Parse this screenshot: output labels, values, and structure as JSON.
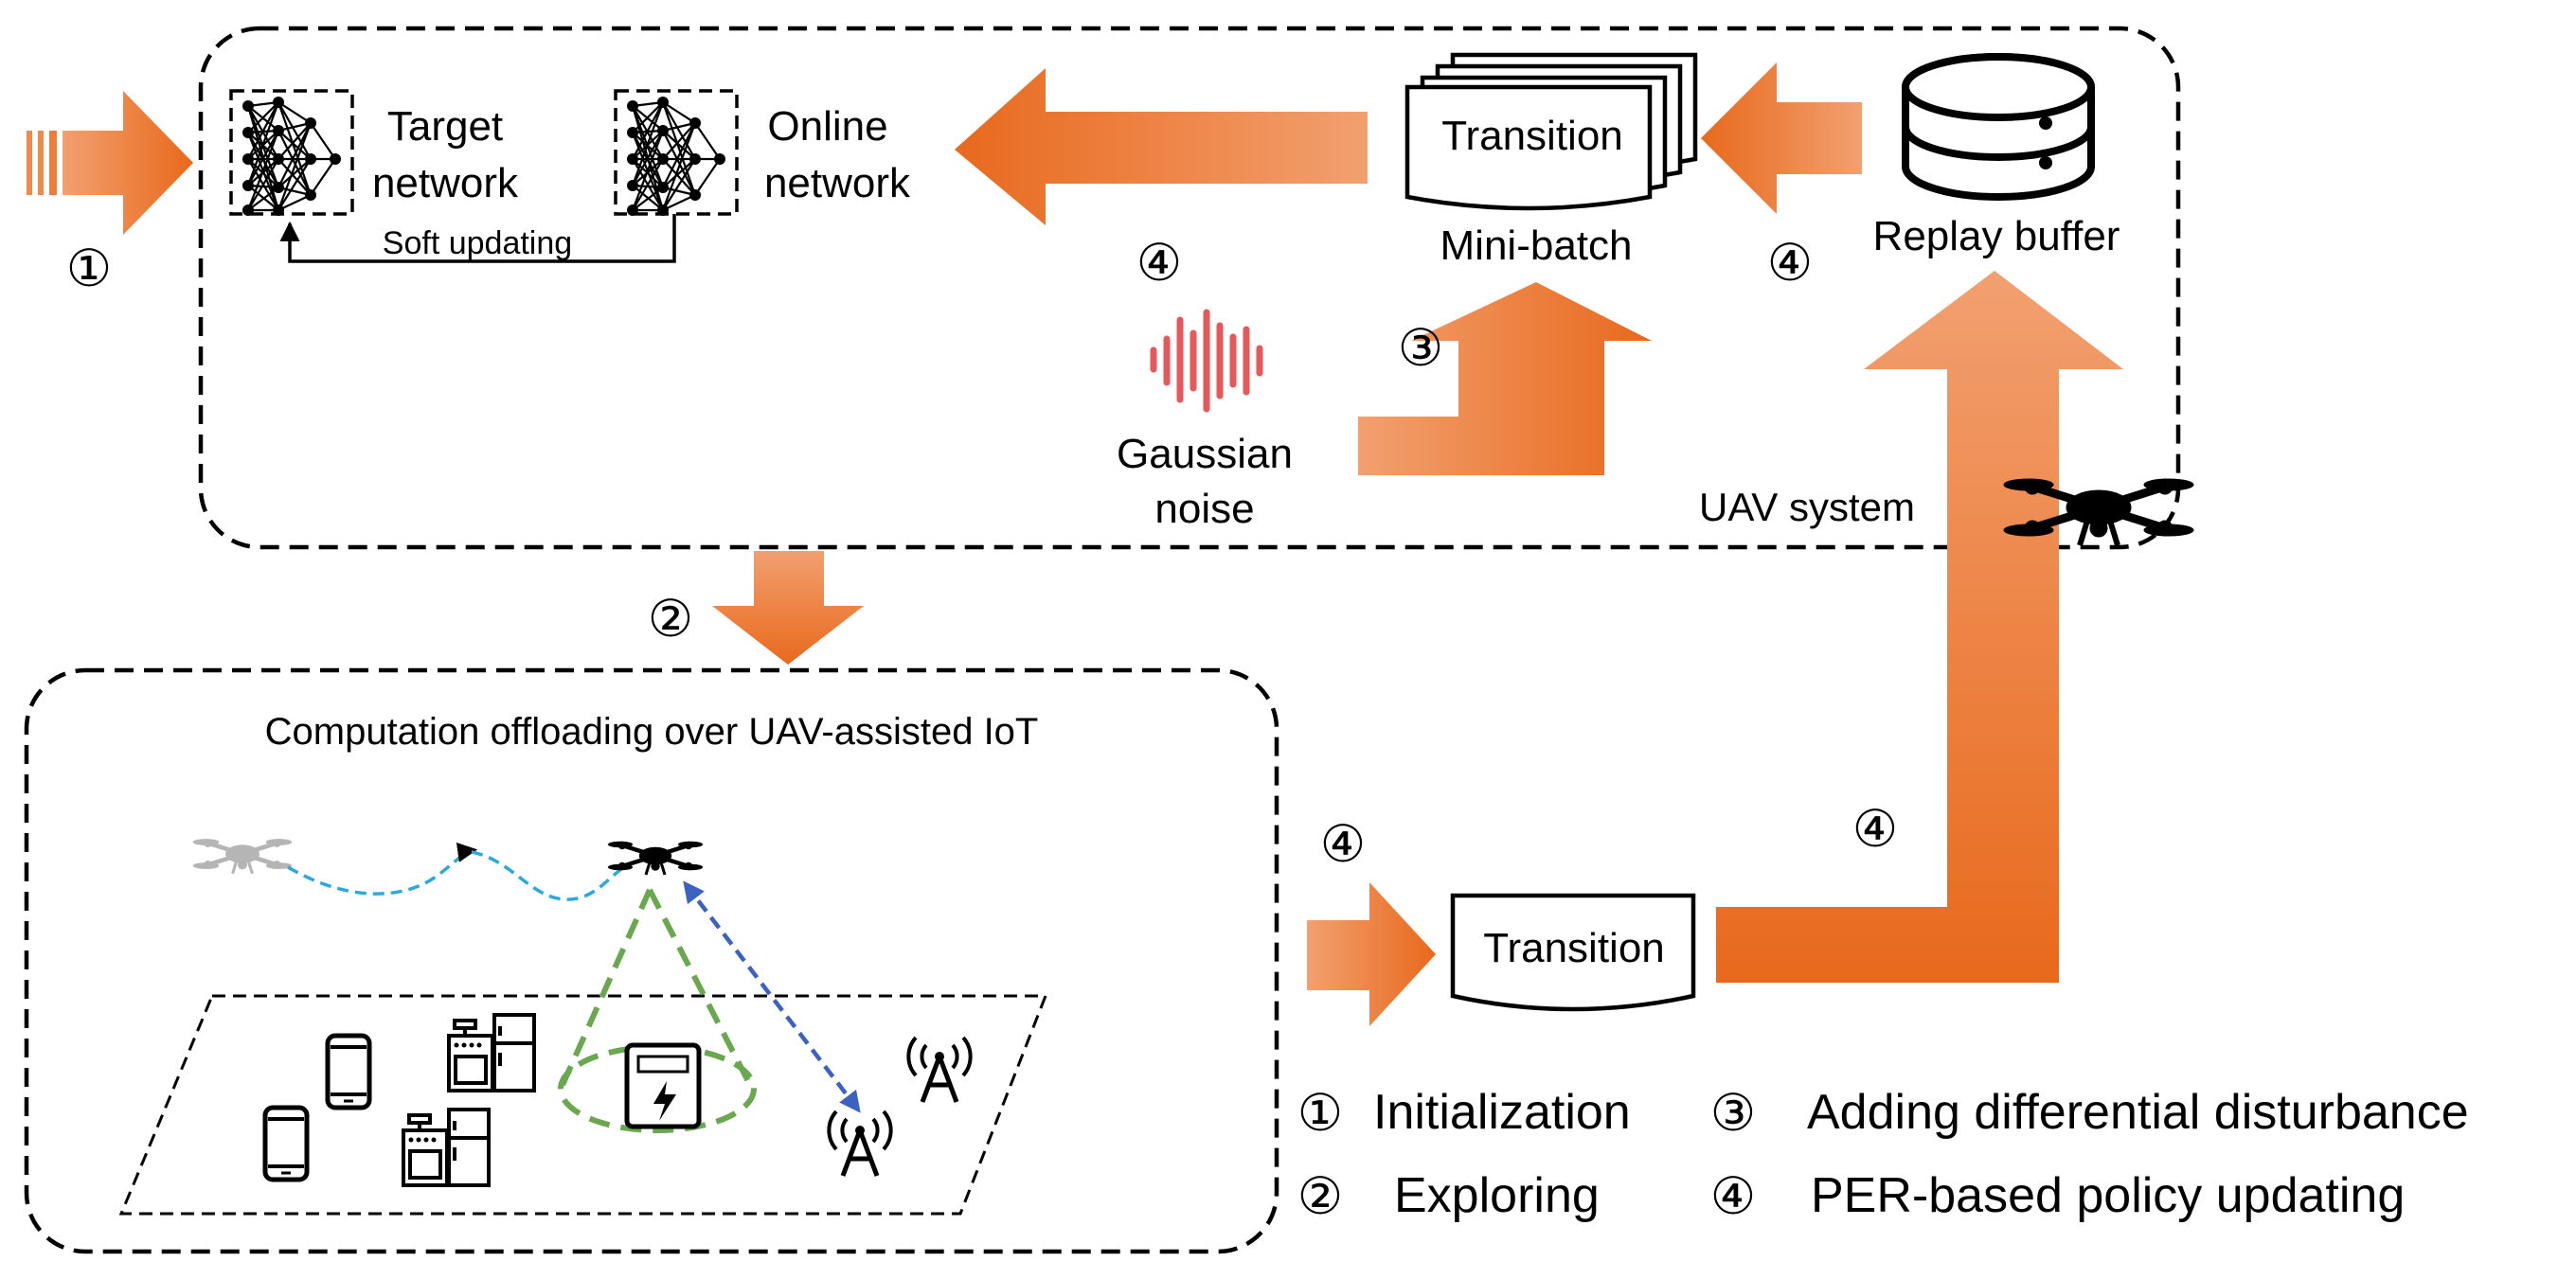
{
  "colors": {
    "arrow_dark": "#e8691c",
    "arrow_light": "#f2a070",
    "noise": "#e8585a",
    "trajectory": "#29a9e0",
    "link_blue": "#3b62c0",
    "coverage": "#6aa84f"
  },
  "top_box": {
    "target_network": [
      "Target",
      "network"
    ],
    "online_network": [
      "Online",
      "network"
    ],
    "soft_updating": "Soft updating",
    "transition": "Transition",
    "mini_batch": "Mini-batch",
    "replay_buffer": "Replay buffer",
    "gaussian_noise": [
      "Gaussian",
      "noise"
    ],
    "uav_system": "UAV system"
  },
  "bottom_box": {
    "title": "Computation offloading over UAV-assisted IoT"
  },
  "transition_bottom": "Transition",
  "step_markers": {
    "initialization": "①",
    "exploring": "②",
    "disturbance": "③",
    "policy_update_1": "④",
    "policy_update_2": "④",
    "policy_update_3": "④",
    "policy_update_4": "④"
  },
  "legend": [
    {
      "marker": "①",
      "label": "Initialization"
    },
    {
      "marker": "②",
      "label": "Exploring"
    },
    {
      "marker": "③",
      "label": "Adding differential disturbance"
    },
    {
      "marker": "④",
      "label": "PER-based policy updating"
    }
  ],
  "icons": [
    "neural-network-icon",
    "database-icon",
    "sound-wave-icon",
    "drone-icon",
    "smartphone-icon",
    "appliance-icon",
    "smart-meter-icon",
    "antenna-tower-icon",
    "document-stack-icon"
  ]
}
